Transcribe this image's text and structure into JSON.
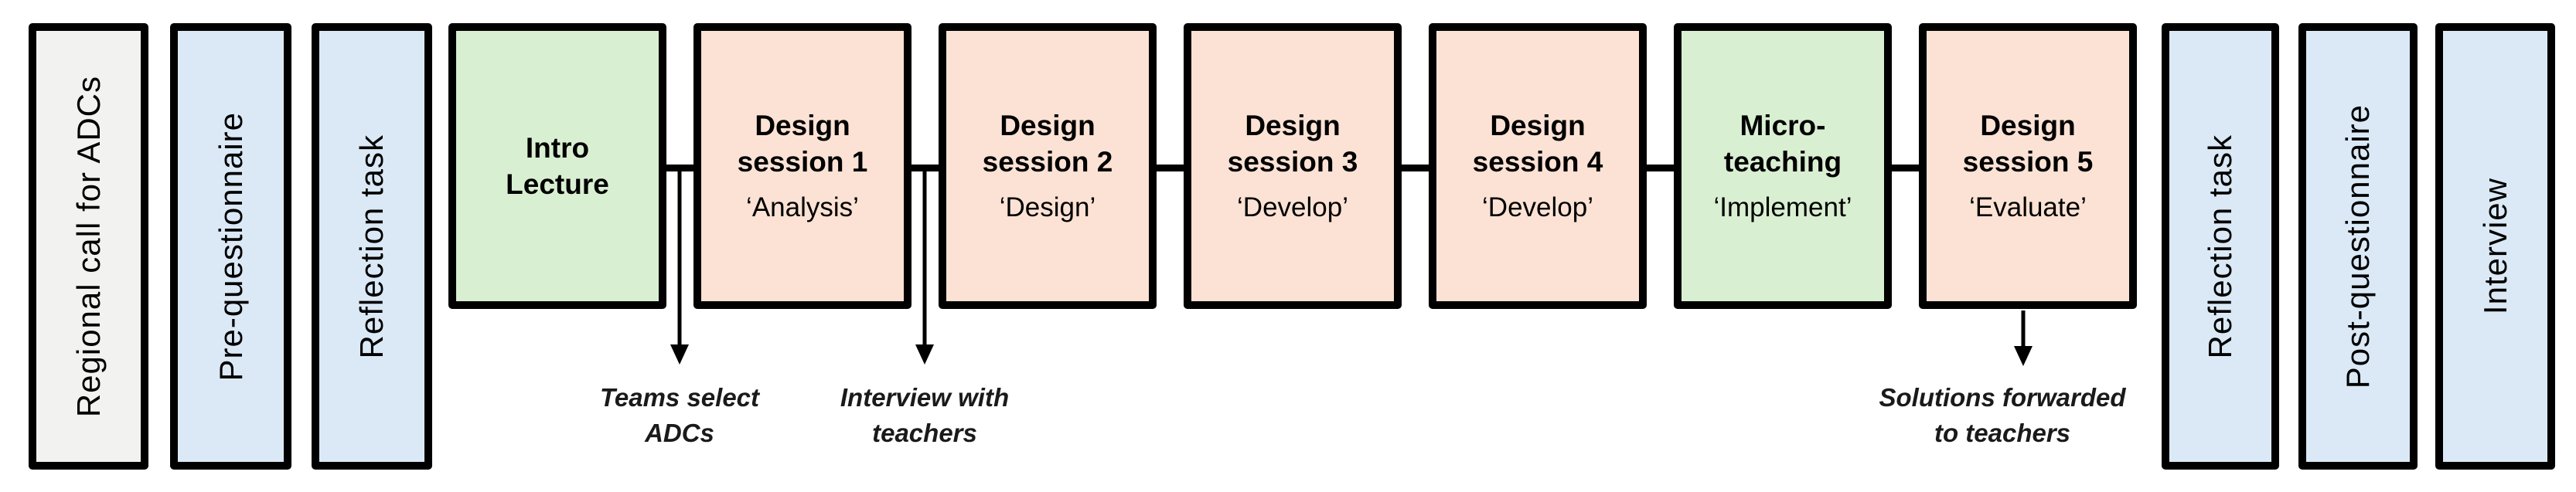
{
  "figure": {
    "background": "#ffffff",
    "border_color": "#000000"
  },
  "colors": {
    "gray": "#f2f2f0",
    "blue": "#dbe9f6",
    "green": "#d9efd2",
    "peach": "#fbe2d4",
    "line": "#000000"
  },
  "side_boxes": {
    "left": [
      {
        "label": "Regional call for ADCs"
      },
      {
        "label": "Pre-questionnaire"
      },
      {
        "label": "Reflection task"
      }
    ],
    "right": [
      {
        "label": "Reflection task"
      },
      {
        "label": "Post-questionnaire"
      },
      {
        "label": "Interview"
      }
    ]
  },
  "flow_boxes": [
    {
      "line1": "Intro",
      "line2": "Lecture",
      "subtitle": ""
    },
    {
      "line1": "Design",
      "line2": "session 1",
      "subtitle": "‘Analysis’"
    },
    {
      "line1": "Design",
      "line2": "session 2",
      "subtitle": "‘Design’"
    },
    {
      "line1": "Design",
      "line2": "session 3",
      "subtitle": "‘Develop’"
    },
    {
      "line1": "Design",
      "line2": "session 4",
      "subtitle": "‘Develop’"
    },
    {
      "line1": "Micro-",
      "line2": "teaching",
      "subtitle": "‘Implement’"
    },
    {
      "line1": "Design",
      "line2": "session 5",
      "subtitle": "‘Evaluate’"
    }
  ],
  "annotations": [
    {
      "line1": "Teams select",
      "line2": "ADCs"
    },
    {
      "line1": "Interview with",
      "line2": "teachers"
    },
    {
      "line1": "Solutions forwarded",
      "line2": "to teachers"
    }
  ]
}
